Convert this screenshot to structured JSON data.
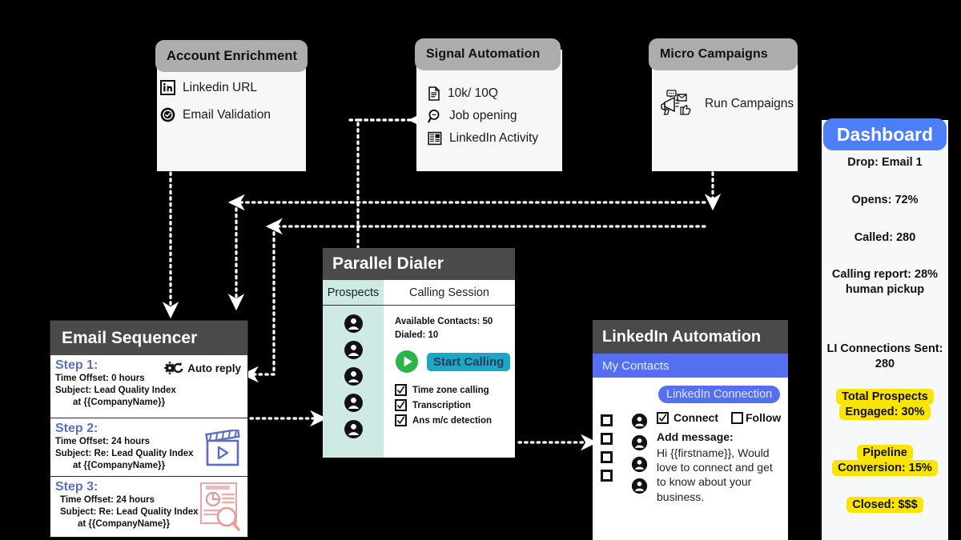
{
  "account_enrichment": {
    "title": "Account Enrichment",
    "items": [
      {
        "icon": "linkedin-icon",
        "label": "Linkedin URL"
      },
      {
        "icon": "verified-badge-icon",
        "label": "Email Validation"
      }
    ]
  },
  "signal_automation": {
    "title": "Signal Automation",
    "items": [
      {
        "icon": "document-icon",
        "label": "10k/ 10Q"
      },
      {
        "icon": "search-icon",
        "label": "Job opening"
      },
      {
        "icon": "activity-feed-icon",
        "label": "LinkedIn Activity"
      }
    ]
  },
  "micro_campaigns": {
    "title": "Micro Campaigns",
    "items": [
      {
        "icon": "megaphone-icon",
        "label": "Run Campaigns"
      }
    ]
  },
  "dashboard": {
    "title": "Dashboard",
    "metrics": [
      "Drop: Email 1",
      "Opens: 72%",
      "Called: 280",
      "Calling report: 28% human pickup",
      "LI Connections Sent: 280"
    ],
    "highlighted": [
      "Total Prospects Engaged: 30%",
      "Pipeline Conversion: 15%",
      "Closed: $$$"
    ],
    "accent_color": "#4e7ef7",
    "highlight_color": "#fbe500"
  },
  "email_sequencer": {
    "title": "Email Sequencer",
    "auto_reply_label": "Auto reply",
    "auto_reply_icon": "gear-auto-icon",
    "steps": [
      {
        "title": "Step 1:",
        "offset": "Time Offset: 0 hours",
        "subject": "Subject: Lead Quality Index",
        "subject_cont": "at {{CompanyName}}",
        "icon": "gear-auto-icon"
      },
      {
        "title": "Step 2:",
        "offset": "Time Offset: 24 hours",
        "subject": "Subject: Re: Lead Quality Index",
        "subject_cont": "at {{CompanyName}}",
        "icon": "video-clapperboard-icon"
      },
      {
        "title": "Step 3:",
        "offset": "Time Offset: 24 hours",
        "subject": "Subject: Re: Lead Quality Index",
        "subject_cont": "at {{CompanyName}}",
        "icon": "case-study-icon"
      }
    ],
    "step_title_color": "#5a6ec4"
  },
  "parallel_dialer": {
    "title": "Parallel Dialer",
    "tabs": [
      {
        "label": "Prospects",
        "active": true
      },
      {
        "label": "Calling Session",
        "active": false
      }
    ],
    "stats": [
      "Available Contacts:  50",
      "Dialed: 10"
    ],
    "play_icon": "play-circle-icon",
    "start_button": "Start Calling",
    "checkboxes": [
      {
        "label": "Time zone calling",
        "checked": true
      },
      {
        "label": "Transcription",
        "checked": true
      },
      {
        "label": "Ans m/c detection",
        "checked": true
      }
    ],
    "prospect_count": 5,
    "tab_color": "#cdeae5",
    "button_color": "#1aa8c4"
  },
  "linkedin_automation": {
    "title": "LinkedIn Automation",
    "subheader": "My Contacts",
    "connection_pill": "LinkedIn Connection",
    "options": [
      {
        "label": "Connect",
        "checked": true
      },
      {
        "label": "Follow",
        "checked": false
      }
    ],
    "add_message_label": "Add message:",
    "message": "Hi {{firstname}}, Would love to connect and get to know about your business.",
    "row_count": 4,
    "accent_color": "#5470f0"
  },
  "icons": {
    "linkedin": "in",
    "document": "📄",
    "search": "🔍"
  }
}
